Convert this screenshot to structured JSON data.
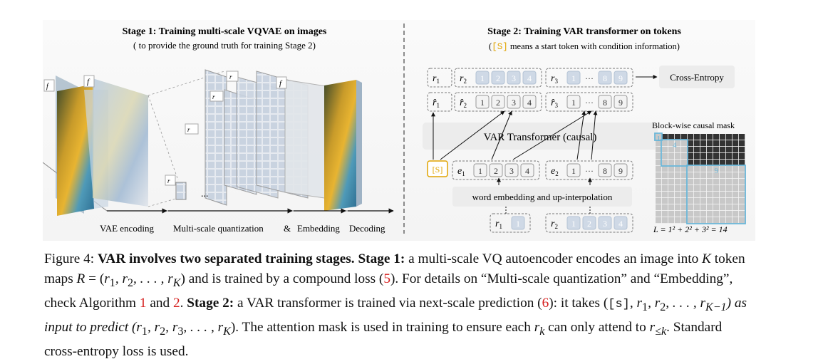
{
  "stage1": {
    "title": "Stage 1:  Training multi-scale VQVAE on images",
    "subtitle": "( to provide the ground truth for training Stage 2)",
    "labels": {
      "im": "f",
      "f_hat": "f",
      "f_hat2": "f",
      "rK": "r",
      "rK1": "r",
      "rK2": "r",
      "r1": "r",
      "dots": "..."
    },
    "axis": [
      "VAE encoding",
      "Multi-scale quantization",
      "&",
      "Embedding",
      "Decoding"
    ]
  },
  "stage2": {
    "title": "Stage 2:  Training VAR transformer on tokens",
    "subtitle_token": "[S]",
    "subtitle_rest": " means a start token with condition information)",
    "subtitle_open": "(",
    "cross_entropy": "Cross-Entropy",
    "transformer": "VAR Transformer (causal)",
    "embedding": "word embedding and up-interpolation",
    "start_token": "[S]",
    "mask_title": "Block-wise causal mask",
    "mask_formula": "L = 1² + 2² + 3² = 14",
    "mask_labels": [
      "1",
      "4",
      "9"
    ],
    "rows": {
      "targets": {
        "groups": [
          {
            "name": "r",
            "sub": "1",
            "tokens": []
          },
          {
            "name": "r",
            "sub": "2",
            "tokens": [
              "1",
              "2",
              "3",
              "4"
            ]
          },
          {
            "name": "r",
            "sub": "3",
            "tokens": [
              "1",
              "···",
              "8",
              "9"
            ]
          }
        ]
      },
      "preds": {
        "groups": [
          {
            "name": "r̂",
            "sub": "1",
            "tokens": []
          },
          {
            "name": "r̂",
            "sub": "2",
            "tokens": [
              "1",
              "2",
              "3",
              "4"
            ]
          },
          {
            "name": "r̂",
            "sub": "3",
            "tokens": [
              "1",
              "···",
              "8",
              "9"
            ]
          }
        ]
      },
      "inputs": {
        "groups": [
          {
            "name": "e",
            "sub": "1",
            "tokens": [
              "1",
              "2",
              "3",
              "4"
            ]
          },
          {
            "name": "e",
            "sub": "2",
            "tokens": [
              "1",
              "···",
              "8",
              "9"
            ]
          }
        ]
      },
      "bottom": {
        "groups": [
          {
            "name": "r",
            "sub": "1",
            "tokens": [
              "1"
            ]
          },
          {
            "name": "r",
            "sub": "2",
            "tokens": [
              "1",
              "2",
              "3",
              "4"
            ]
          }
        ]
      }
    }
  },
  "caption": {
    "p1": "Figure 4: ",
    "p2": "VAR involves two separated training stages.",
    "p3": " Stage 1:",
    "p4": " a multi-scale VQ autoencoder encodes an image into ",
    "p5": "K",
    "p6": " token maps ",
    "p7": "R",
    "p8": " = (",
    "p9": "r",
    "p10": "1",
    "p11": ", r",
    "p12": "2",
    "p13": ", . . . , r",
    "p14": "K",
    "p15": ") and is trained by a compound loss (",
    "p16": "5",
    "p17": "). For details on “Multi-scale quantization” and “Embedding”, check Algorithm ",
    "p18": "1",
    "p19": " and ",
    "p20": "2",
    "p21": ". ",
    "p22": "Stage 2:",
    "p23": " a VAR transformer is trained via next-scale prediction (",
    "p24": "6",
    "p25": "): it takes (",
    "p26": "[s]",
    "p27": ", r",
    "p28": "1",
    "p29": ", r",
    "p30": "2",
    "p31": ", . . . , r",
    "p32": "K−1",
    "p33": ") as input to predict (r",
    "p34": "1",
    "p35": ", r",
    "p36": "2",
    "p37": ", r",
    "p38": "3",
    "p39": ", . . . , r",
    "p40": "K",
    "p41": "). The attention mask is used in training to ensure each ",
    "p42": "r",
    "p43": "k",
    "p44": " can only attend to ",
    "p45": "r",
    "p46": "≤k",
    "p47": ". Standard cross-entropy loss is used."
  },
  "colors": {
    "token_fill": "#cfd9e6",
    "token_text": "#ffffff",
    "start_token": "#e0a400",
    "mask_dark": "#333333",
    "mask_light": "#c8c8c8",
    "mask_outline": "#6ab6d8",
    "ref": "#d6201f"
  }
}
